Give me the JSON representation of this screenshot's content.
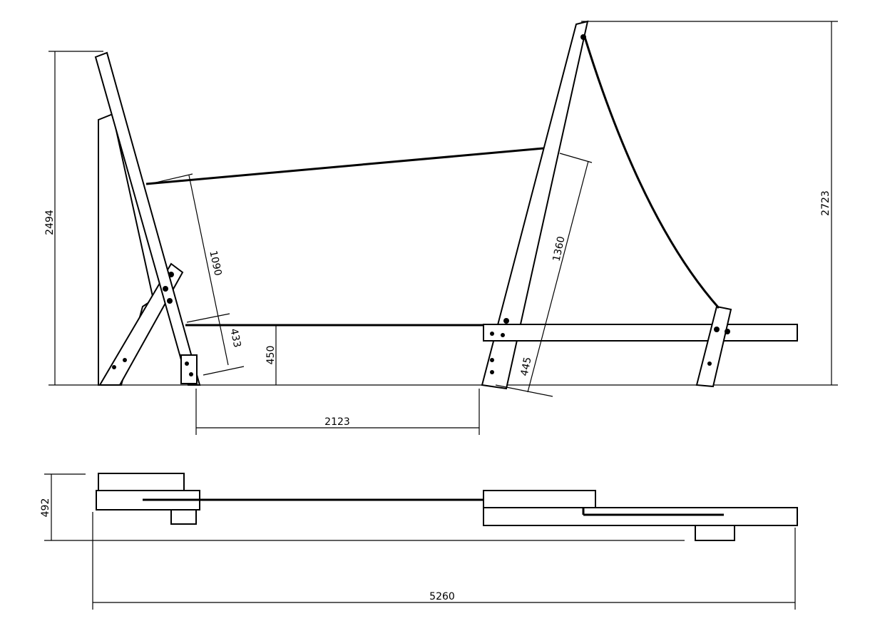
{
  "drawing": {
    "side_view": {
      "overall_height_left": "2494",
      "upper_cable_to_lower_left": "1090",
      "lower_cable_offset_left": "433",
      "lower_cable_height": "450",
      "upper_cable_to_beam_right": "1360",
      "beam_offset_right": "445",
      "overall_height_right": "2723",
      "post_spacing": "2123"
    },
    "top_view": {
      "overall_width": "492",
      "overall_length": "5260"
    }
  }
}
